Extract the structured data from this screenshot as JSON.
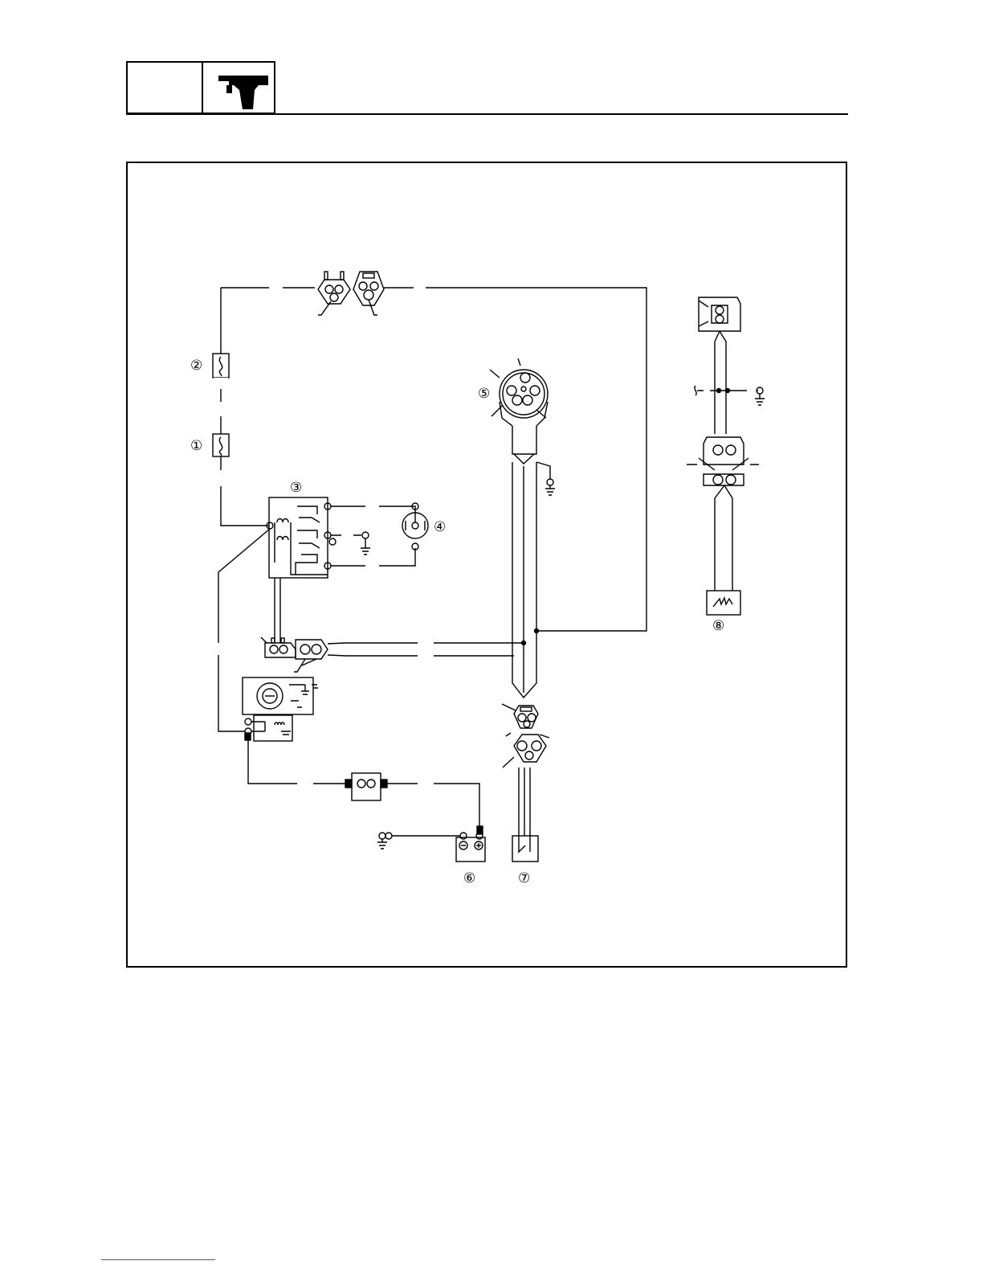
{
  "page": {
    "accent_color": "#000000",
    "link_color": "#3355cc",
    "header_icon": "outboard-motor-icon"
  },
  "diagram": {
    "callouts": [
      "①",
      "②",
      "③",
      "④",
      "⑤",
      "⑥",
      "⑦",
      "⑧"
    ],
    "battery_terminals": {
      "negative": "⊖",
      "positive": "⊕"
    }
  }
}
